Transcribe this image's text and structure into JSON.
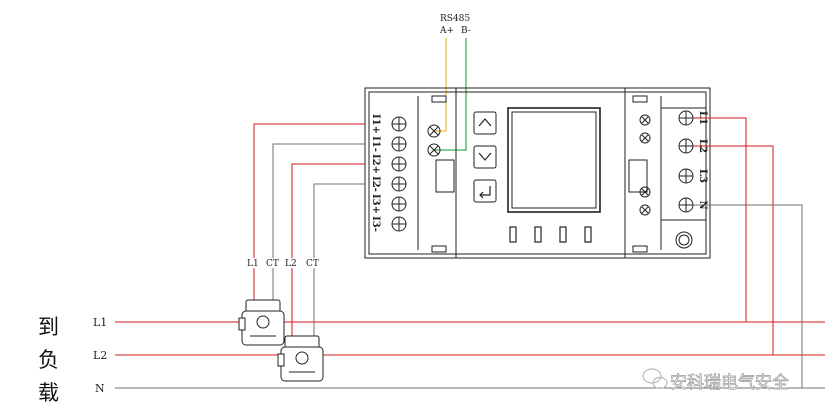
{
  "rs485": {
    "title": "RS485",
    "a_plus": "A+",
    "b_minus": "B-"
  },
  "left_terminals": [
    "I1+",
    "I1-",
    "I2+",
    "I2-",
    "I3+",
    "I3-"
  ],
  "right_terminals": [
    "L1",
    "L2",
    "L3",
    "N"
  ],
  "ct_labels": {
    "l1": "L1",
    "ct1": "CT",
    "l2": "L2",
    "ct2": "CT"
  },
  "line_labels": {
    "l1": "L1",
    "l2": "L2",
    "n": "N"
  },
  "load_label": [
    "到",
    "负",
    "载"
  ],
  "watermark": "安科瑞电气安全",
  "colors": {
    "red": "#d01818",
    "green": "#0a9a2a",
    "yellow": "#e8b000",
    "gray": "#707070",
    "black": "#222222"
  }
}
